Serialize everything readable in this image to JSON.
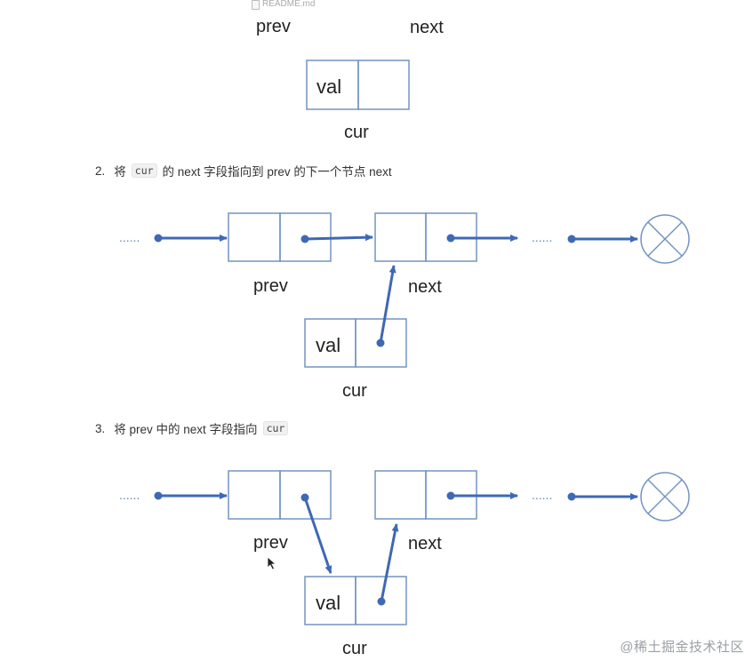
{
  "colors": {
    "node_border": "#7394c2",
    "arrow": "#3f68b5",
    "dots": "#5b86c6",
    "label": "#222222"
  },
  "file_tab": {
    "name": "README.md"
  },
  "diagram1": {
    "prev_label": "prev",
    "next_label": "next",
    "cur_value": "val",
    "cur_label": "cur"
  },
  "step2": {
    "number": "2.",
    "text_before": "将",
    "code": "cur",
    "text_after": "的 next 字段指向到 prev 的下一个节点 next"
  },
  "diagram2": {
    "ellipsis_left": "......",
    "ellipsis_right": "......",
    "prev_label": "prev",
    "next_label": "next",
    "cur_value": "val",
    "cur_label": "cur"
  },
  "step3": {
    "number": "3.",
    "text_before": "将 prev 中的 next 字段指向",
    "code": "cur"
  },
  "diagram3": {
    "ellipsis_left": "......",
    "ellipsis_right": "......",
    "prev_label": "prev",
    "next_label": "next",
    "cur_value": "val",
    "cur_label": "cur"
  },
  "watermark": "@稀土掘金技术社区"
}
